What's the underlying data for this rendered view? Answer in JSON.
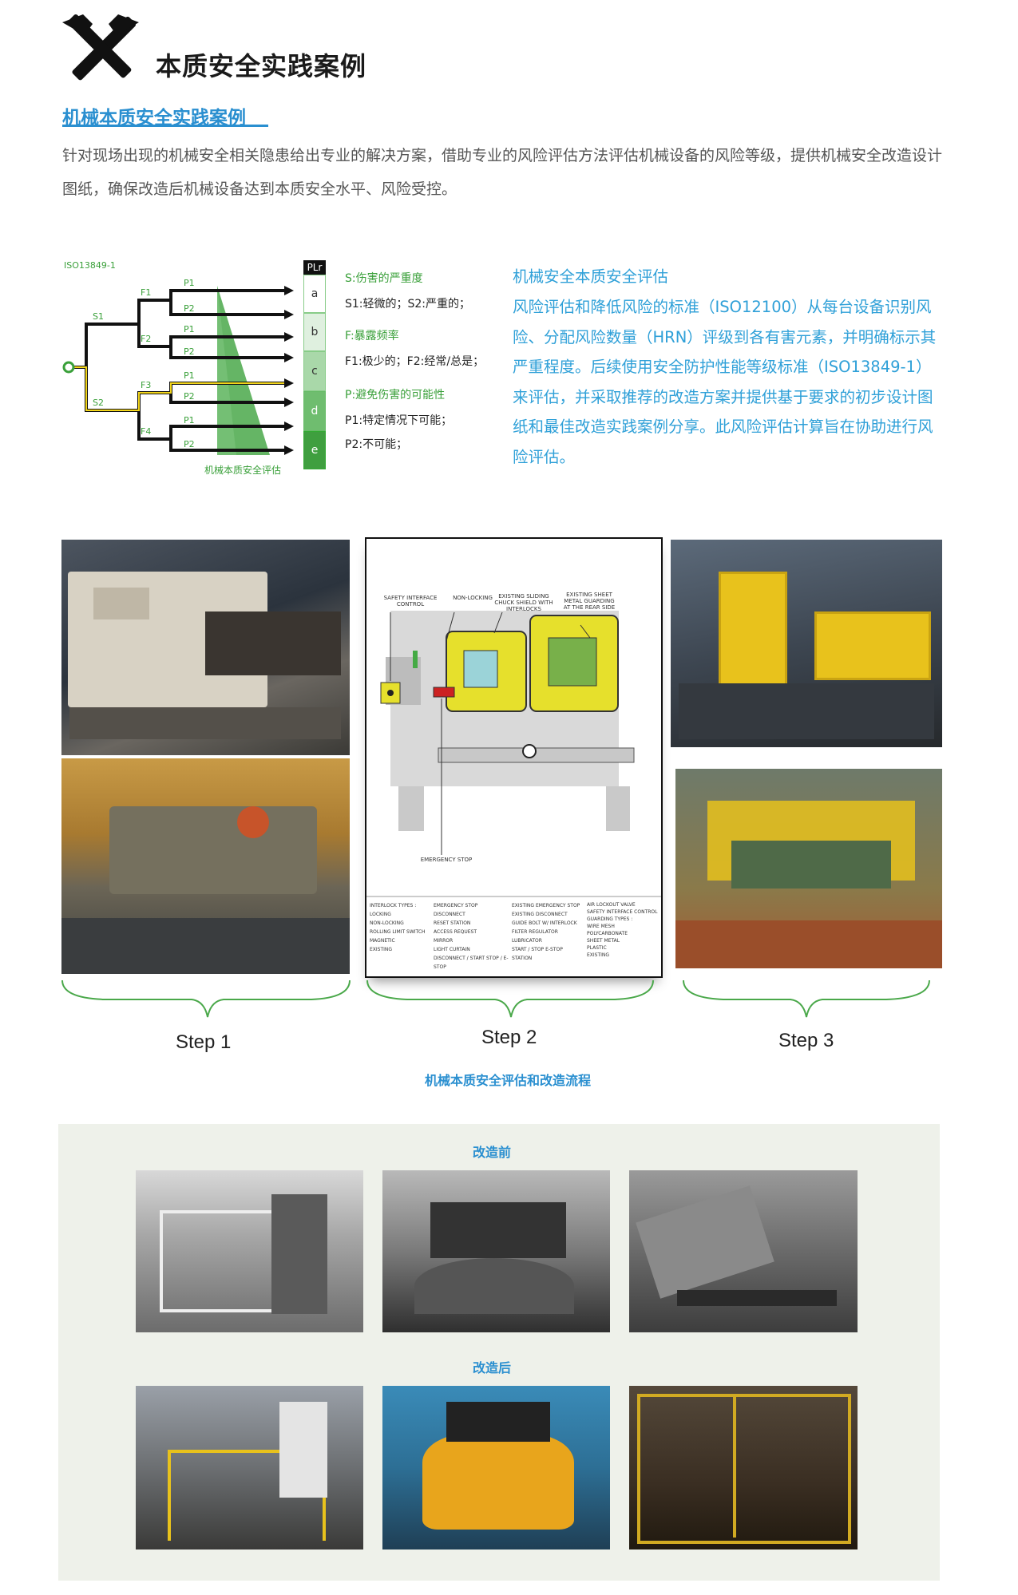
{
  "header": {
    "title": "本质安全实践案例",
    "icon": "hammer-wrench-icon"
  },
  "section": {
    "title": "机械本质安全实践案例",
    "intro": "针对现场出现的机械安全相关隐患给出专业的解决方案，借助专业的风险评估方法评估机械设备的风险等级，提供机械安全改造设计图纸，确保改造后机械设备达到本质安全水平、风险受控。"
  },
  "risk_graph": {
    "standard": "ISO13849-1",
    "s_labels": [
      "S1",
      "S2"
    ],
    "f_labels": [
      "F1",
      "F2",
      "F3",
      "F4"
    ],
    "p_labels": [
      "P1",
      "P2",
      "P1",
      "P2",
      "P1",
      "P2",
      "P1",
      "P2"
    ],
    "plr_header": "PLr",
    "plr_levels": [
      "a",
      "b",
      "c",
      "d",
      "e"
    ],
    "wedge_label": "机械本质安全评估",
    "legend": {
      "s_title": "S:伤害的严重度",
      "s_values": "S1:轻微的；S2:严重的；",
      "f_title": "F:暴露频率",
      "f_values": "F1:极少的；F2:经常/总是；",
      "p_title": "P:避免伤害的可能性",
      "p1": "P1:特定情况下可能；",
      "p2": "P2:不可能；"
    }
  },
  "assessment": {
    "title": "机械安全本质安全评估",
    "body": "风险评估和降低风险的标准（ISO12100）从每台设备识别风险、分配风险数量（HRN）评级到各有害元素，并明确标示其严重程度。后续使用安全防护性能等级标准（ISO13849-1）来评估，并采取推荐的改造方案并提供基于要求的初步设计图纸和最佳改造实践案例分享。此风险评估计算旨在协助进行风险评估。"
  },
  "process": {
    "steps": [
      "Step 1",
      "Step 2",
      "Step 3"
    ],
    "caption": "机械本质安全评估和改造流程",
    "drawing": {
      "callouts": [
        "SAFETY INTERFACE CONTROL",
        "NON-LOCKING",
        "EXISTING SLIDING CHUCK SHIELD WITH INTERLOCKS",
        "EXISTING SHEET METAL GUARDING AT THE REAR SIDE",
        "EMERGENCY STOP"
      ],
      "legend_col1": [
        "INTERLOCK TYPES :",
        "LOCKING",
        "NON-LOCKING",
        "ROLLING LIMIT SWITCH",
        "MAGNETIC",
        "EXISTING"
      ],
      "legend_col2": [
        "EMERGENCY STOP",
        "DISCONNECT",
        "RESET STATION",
        "ACCESS REQUEST",
        "MIRROR",
        "LIGHT CURTAIN",
        "DISCONNECT / START STOP / E-STOP"
      ],
      "legend_col3": [
        "EXISTING EMERGENCY STOP",
        "EXISTING DISCONNECT",
        "GUIDE BOLT W/ INTERLOCK",
        "FILTER REGULATOR LUBRICATOR",
        "START / STOP E-STOP STATION"
      ],
      "legend_col4": [
        "AIR LOCKOUT VALVE",
        "SAFETY INTERFACE CONTROL",
        "GUARDING TYPES :",
        "WIRE MESH",
        "POLYCARBONATE",
        "SHEET METAL",
        "PLASTIC",
        "EXISTING"
      ]
    }
  },
  "comparison": {
    "before_label": "改造前",
    "after_label": "改造后"
  },
  "colors": {
    "accent_blue": "#2a8fd0",
    "green": "#3aa03a",
    "guard_yellow": "#e8c21c",
    "panel_bg": "#eef1ea"
  }
}
